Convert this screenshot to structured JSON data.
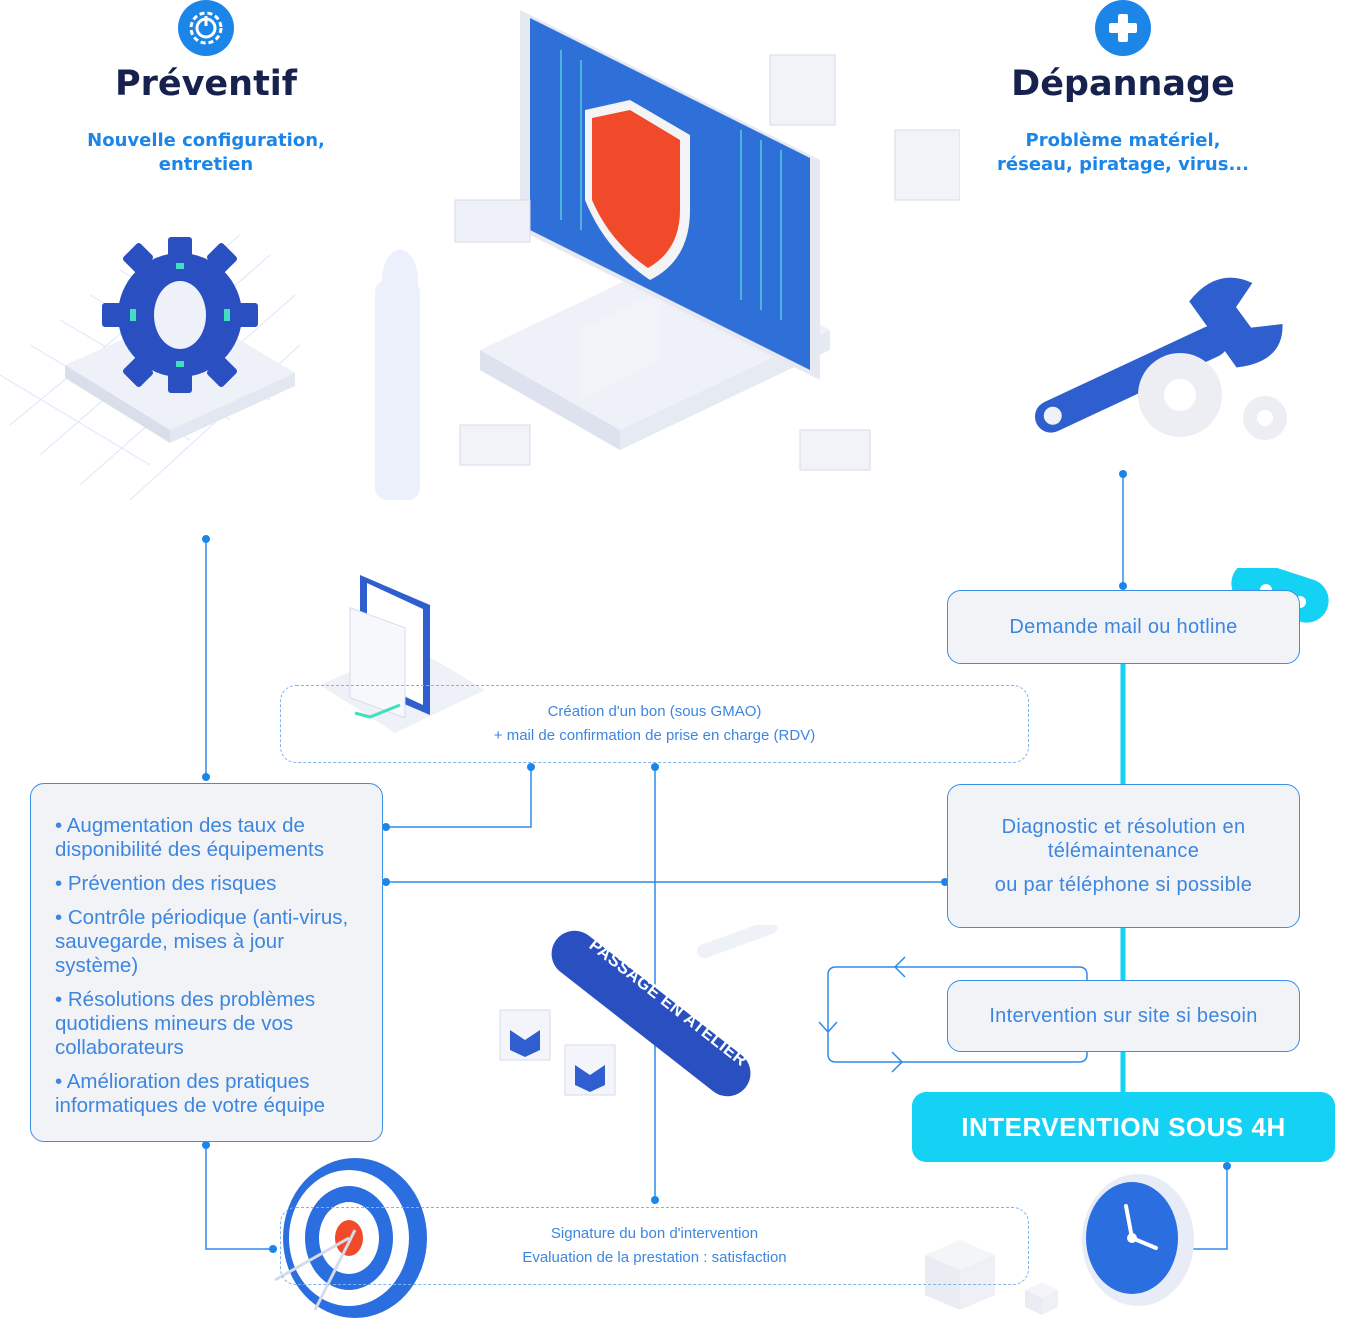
{
  "preventif": {
    "title": "Préventif",
    "subtitle_line1": "Nouvelle configuration,",
    "subtitle_line2": "entretien"
  },
  "depannage": {
    "title": "Dépannage",
    "subtitle_line1": "Problème matériel,",
    "subtitle_line2": "réseau, piratage, virus..."
  },
  "flow": {
    "step1": "Demande mail ou hotline",
    "step2_line1": "Diagnostic et résolution en",
    "step2_line2": "télémaintenance",
    "step2_line3": "ou par téléphone si possible",
    "step3": "Intervention sur site si besoin",
    "cta": "INTERVENTION SOUS 4H"
  },
  "bon": {
    "line1": "Création d'un bon (sous GMAO)",
    "line2": "+ mail de confirmation de prise en charge (RDV)"
  },
  "signature": {
    "line1": "Signature du bon d'intervention",
    "line2": "Evaluation de la prestation : satisfaction"
  },
  "atelier_label": "PASSAGE EN ATELIER",
  "benefits": [
    "• Augmentation des taux de disponibilité des équipements",
    "• Prévention des risques",
    "• Contrôle périodique (anti-virus, sauvegarde, mises à jour système)",
    "• Résolutions des problèmes quotidiens mineurs de vos collaborateurs",
    "• Amélioration des pratiques informatiques de votre équipe"
  ],
  "icons": {
    "preventif": "power-gear-icon",
    "depannage": "plus-icon"
  },
  "colors": {
    "navy": "#16214e",
    "blue": "#1c86e8",
    "cyan": "#14d2f4",
    "box_bg": "#f2f3f6"
  }
}
